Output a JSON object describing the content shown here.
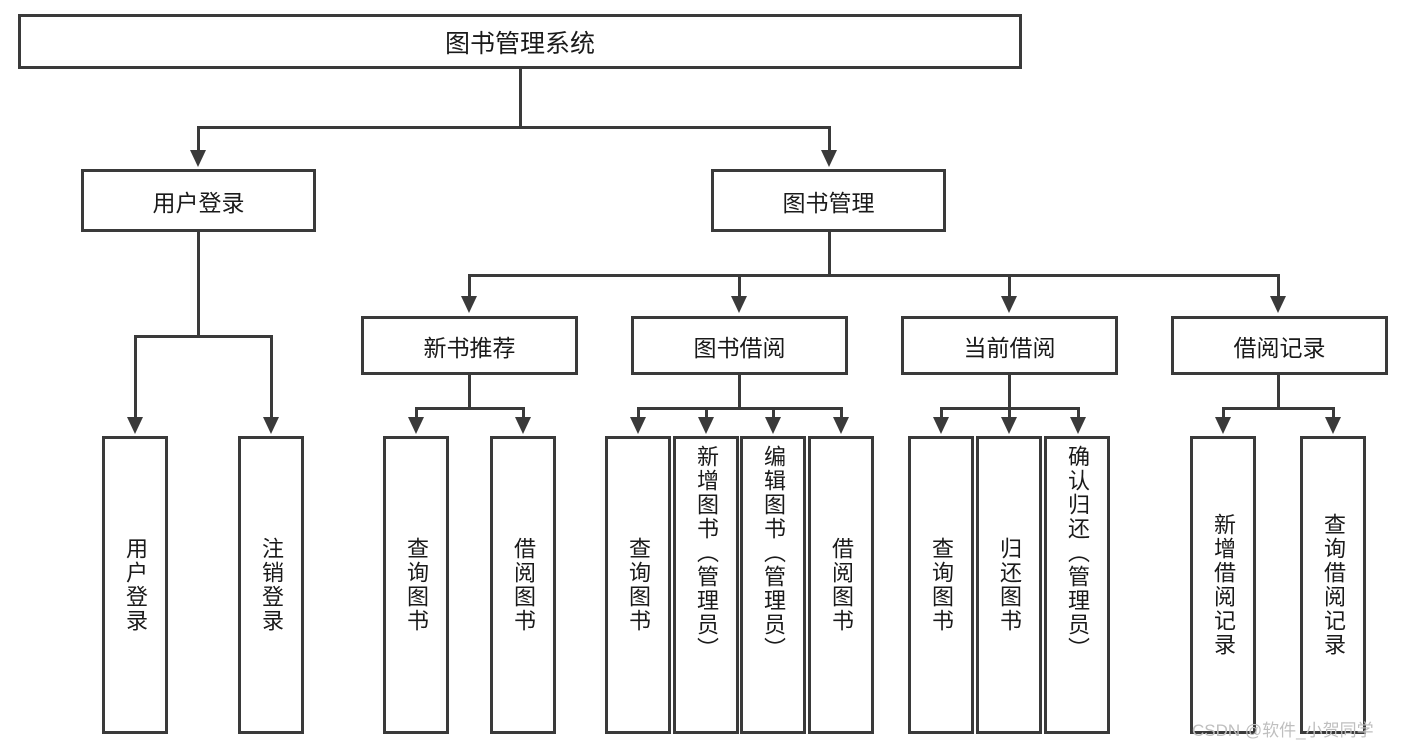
{
  "diagram": {
    "title": "图书管理系统",
    "type": "hierarchy-tree",
    "root": {
      "label": "图书管理系统"
    },
    "level2": [
      {
        "label": "用户登录"
      },
      {
        "label": "图书管理"
      }
    ],
    "level3": [
      {
        "label": "新书推荐"
      },
      {
        "label": "图书借阅"
      },
      {
        "label": "当前借阅"
      },
      {
        "label": "借阅记录"
      }
    ],
    "leaves": {
      "user_login": [
        {
          "label": "用户登录"
        },
        {
          "label": "注销登录"
        }
      ],
      "new_book_recommend": [
        {
          "label": "查询图书"
        },
        {
          "label": "借阅图书"
        }
      ],
      "book_borrow": [
        {
          "label": "查询图书"
        },
        {
          "label": "新增图书（管理员）"
        },
        {
          "label": "编辑图书（管理员）"
        },
        {
          "label": "借阅图书"
        }
      ],
      "current_borrow": [
        {
          "label": "查询图书"
        },
        {
          "label": "归还图书"
        },
        {
          "label": "确认归还（管理员）"
        }
      ],
      "borrow_record": [
        {
          "label": "新增借阅记录"
        },
        {
          "label": "查询借阅记录"
        }
      ]
    }
  },
  "watermark": {
    "text": "CSDN @软件_小贺同学"
  },
  "colors": {
    "stroke": "#3a3a3a",
    "background": "#ffffff",
    "text": "#1a1a1a",
    "watermark": "#bfbfbf"
  }
}
